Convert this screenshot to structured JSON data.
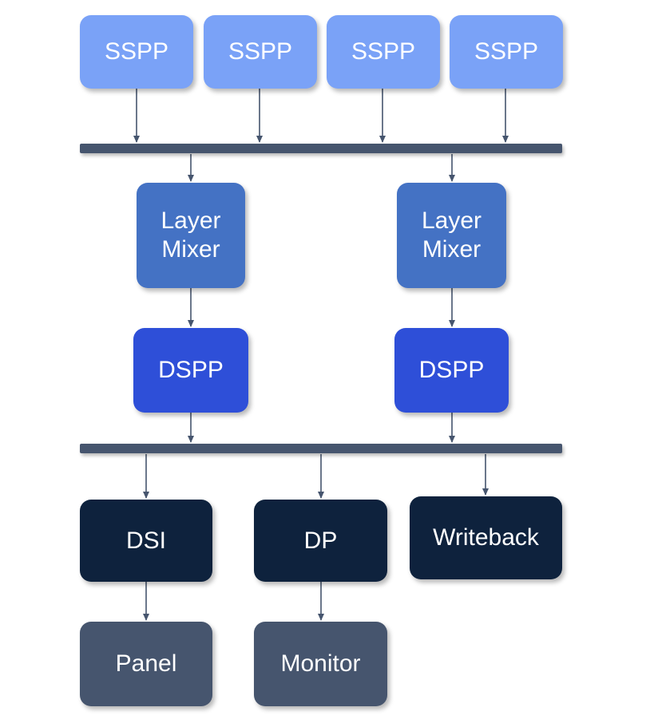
{
  "diagram": {
    "sspp_blocks": [
      {
        "label": "SSPP"
      },
      {
        "label": "SSPP"
      },
      {
        "label": "SSPP"
      },
      {
        "label": "SSPP"
      }
    ],
    "layer_mixers": [
      {
        "label": "Layer\nMixer"
      },
      {
        "label": "Layer\nMixer"
      }
    ],
    "dspp_blocks": [
      {
        "label": "DSPP"
      },
      {
        "label": "DSPP"
      }
    ],
    "interfaces": [
      {
        "label": "DSI"
      },
      {
        "label": "DP"
      },
      {
        "label": "Writeback"
      }
    ],
    "sinks": [
      {
        "label": "Panel"
      },
      {
        "label": "Monitor"
      }
    ]
  },
  "colors": {
    "sspp": "#7aa2f7",
    "layer_mixer": "#4472c4",
    "dspp": "#2e4fd8",
    "interface": "#0e223d",
    "sink": "#46556e",
    "bus": "#46556e",
    "arrow": "#46556e"
  }
}
